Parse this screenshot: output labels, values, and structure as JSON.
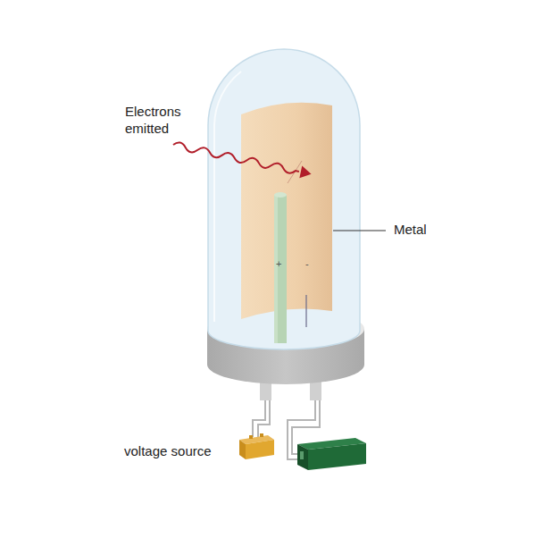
{
  "diagram": {
    "labels": [
      "Electrons emitted",
      "Metal",
      "voltage source",
      "+",
      "-"
    ]
  }
}
